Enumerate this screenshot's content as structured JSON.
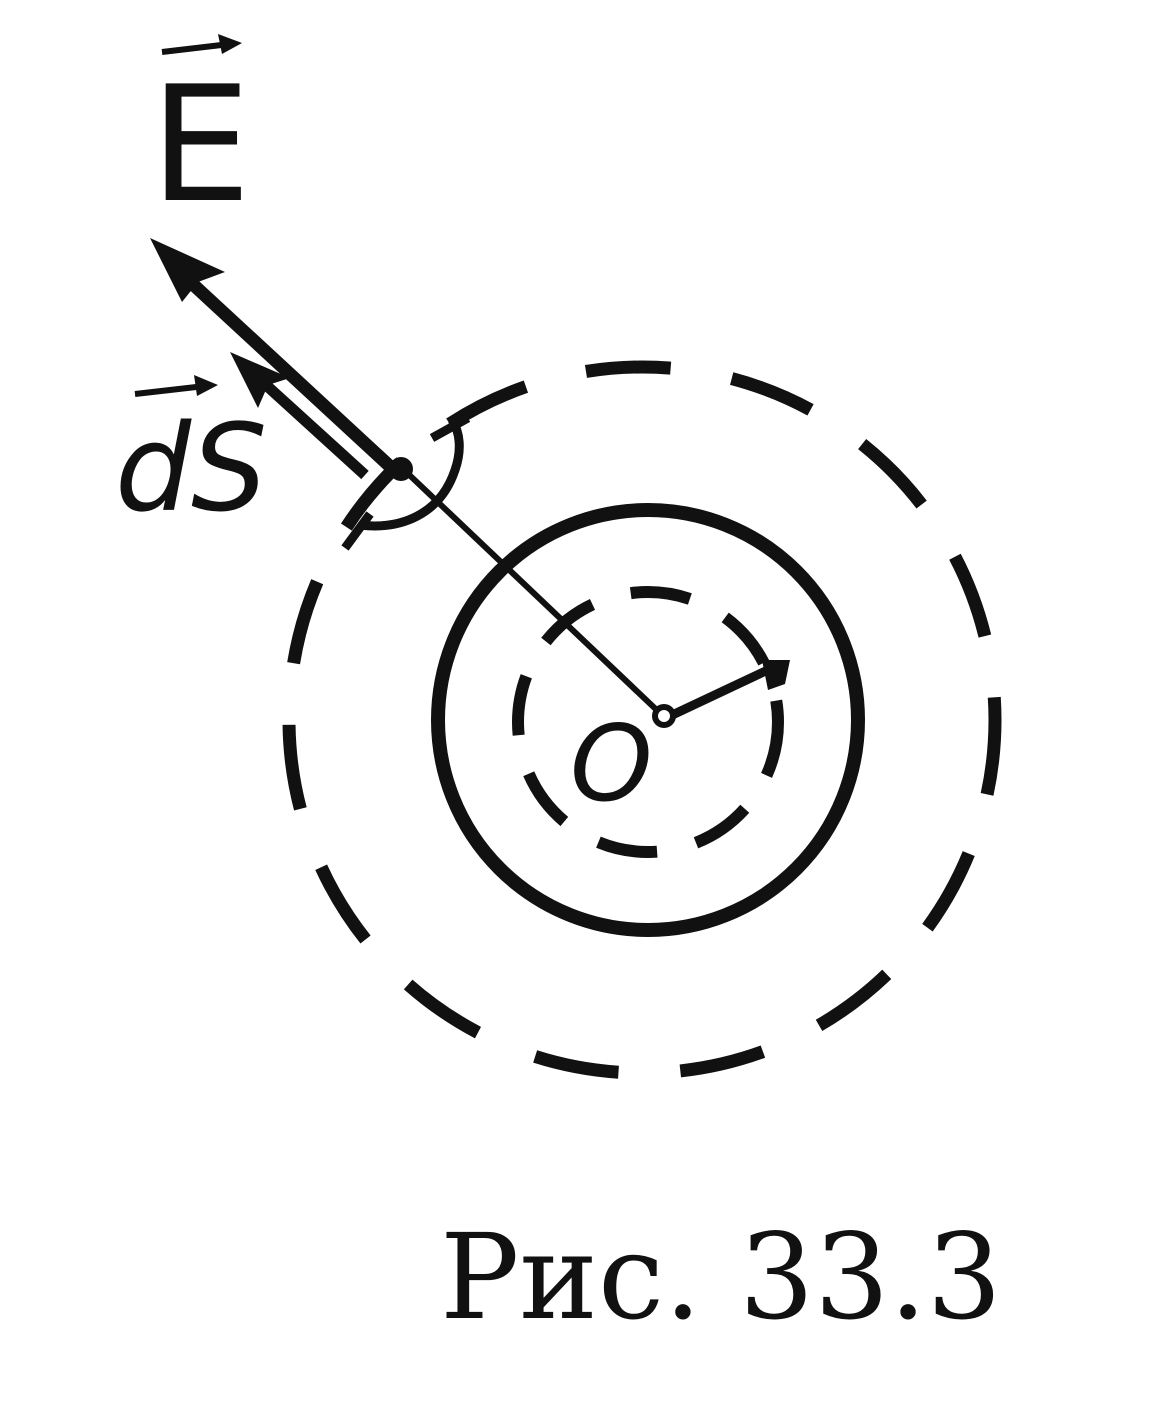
{
  "diagram": {
    "labels": {
      "field_vector": "E",
      "area_vector": "dS",
      "center": "O"
    },
    "caption": "Рис. 33.3",
    "colors": {
      "ink": "#111111",
      "background": "#ffffff"
    }
  }
}
